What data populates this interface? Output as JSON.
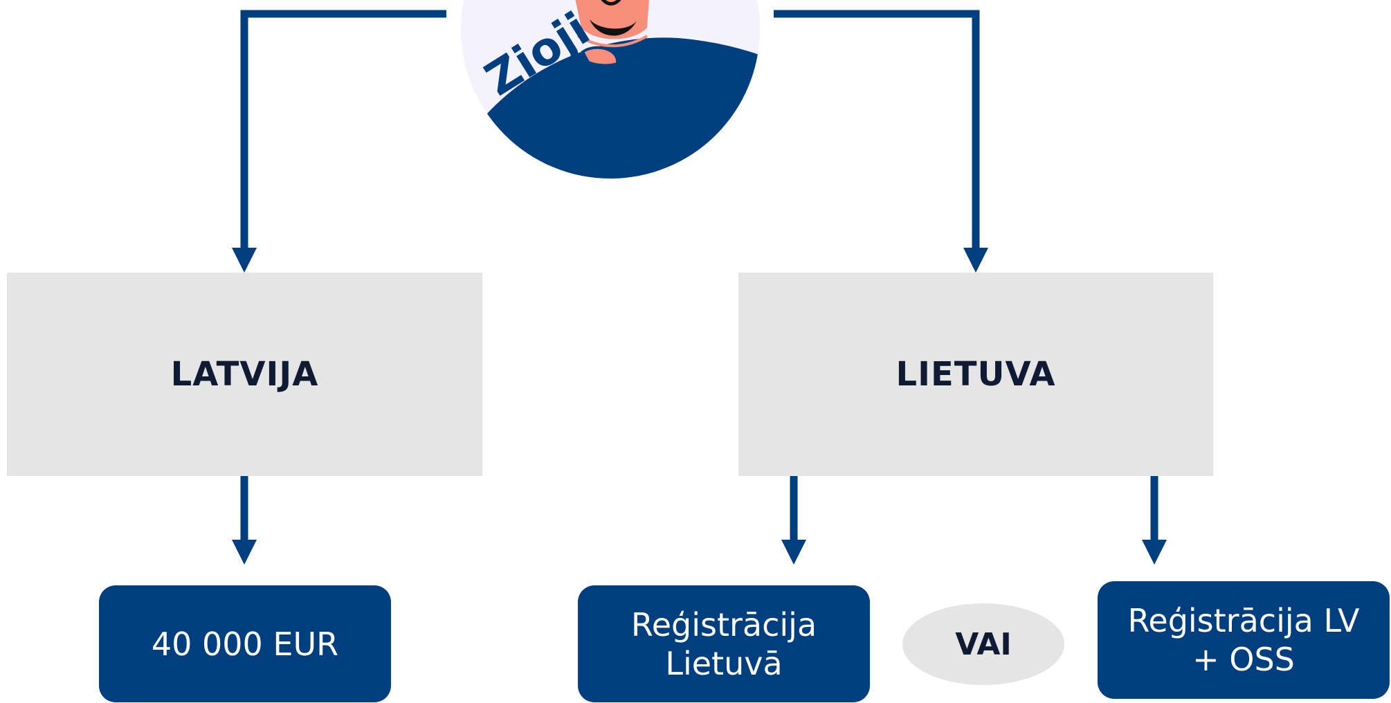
{
  "colors": {
    "accent": "#003f7f",
    "box_fill": "#e5e5e5",
    "label_text": "#0f1b33",
    "avatar_bg": "#f4f2fc",
    "skin": "#f58f7c"
  },
  "avatar": {
    "icon": "person-avatar-illustration",
    "partial_text": "Zioji"
  },
  "countries": {
    "latvia": {
      "label": "LATVIJA"
    },
    "lithuania": {
      "label": "LIETUVA"
    }
  },
  "results": {
    "latvia_threshold": "40 000 EUR",
    "lithuania_registration": "Reģistrācija\nLietuvā",
    "lv_oss_registration": "Reģistrācija LV\n+ OSS"
  },
  "or_label": "VAI"
}
